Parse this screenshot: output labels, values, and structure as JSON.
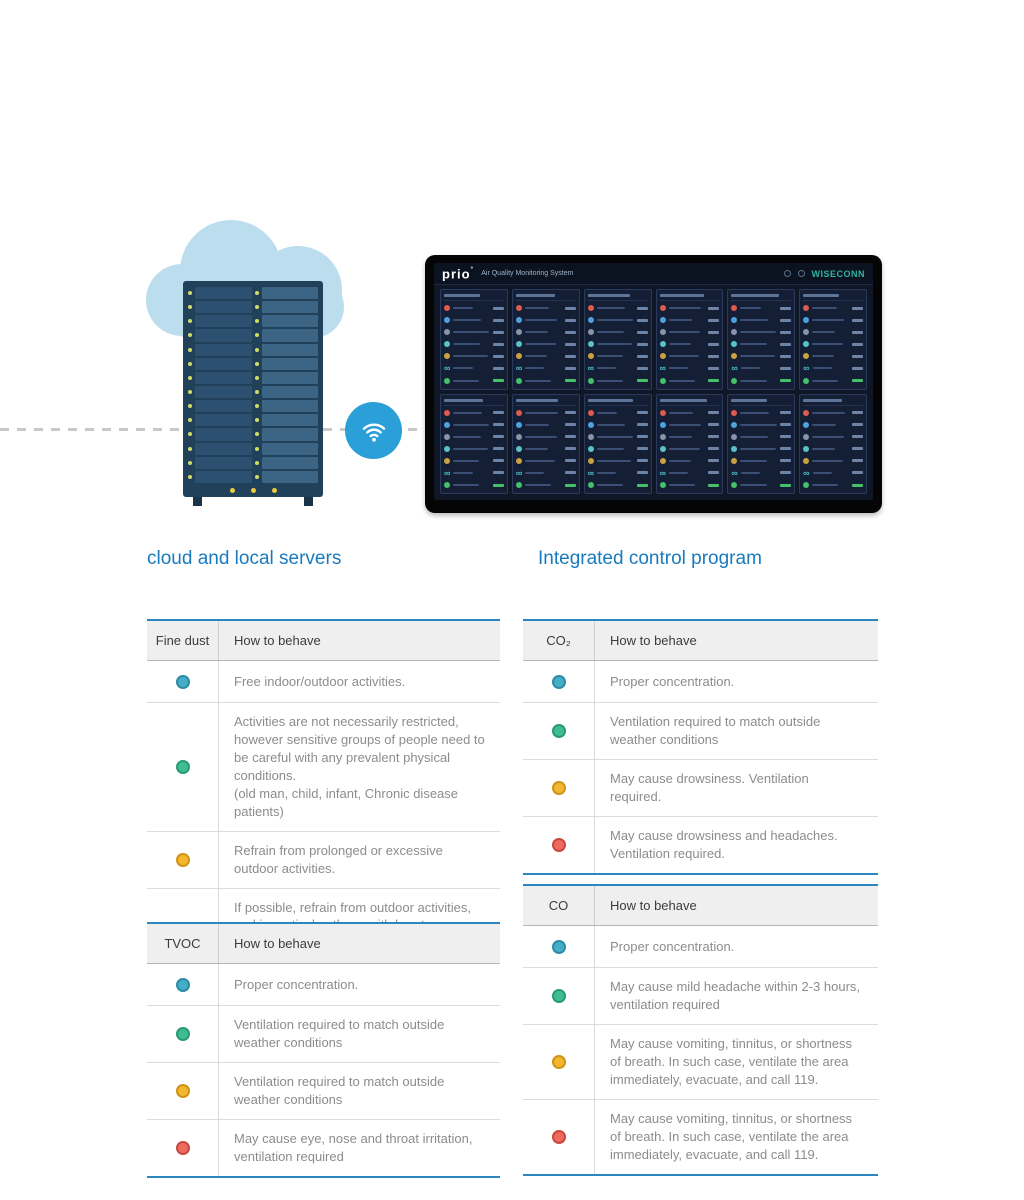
{
  "captions": {
    "servers": "cloud and local servers",
    "program": "Integrated control program"
  },
  "monitor": {
    "logo": "prio",
    "title": "Air Quality Monitoring System",
    "brand": "WISECONN"
  },
  "colors": {
    "accent_blue": "#187bbf",
    "table_border_blue": "#2e86c1",
    "levels": {
      "blue": {
        "fill": "#45aec6",
        "ring": "#2d8ba6"
      },
      "green": {
        "fill": "#3fbc92",
        "ring": "#2a9a74"
      },
      "yellow": {
        "fill": "#f3b72f",
        "ring": "#cf9417"
      },
      "red": {
        "fill": "#ee6a5f",
        "ring": "#c7493f"
      }
    }
  },
  "tables": [
    {
      "title": "Fine dust",
      "behave": "How to behave",
      "rows": [
        {
          "level": "blue",
          "text": "Free indoor/outdoor activities."
        },
        {
          "level": "green",
          "text": "Activities are not necessarily restricted, however sensitive groups of people need to be careful with any prevalent physical conditions.\n(old man, child, infant, Chronic disease patients)"
        },
        {
          "level": "yellow",
          "text": "Refrain from prolonged or excessive outdoor activities."
        },
        {
          "level": "red",
          "text": "If possible, refrain from outdoor activities, and in particular, those with heart or bronchial diseases should refrain from outdoor activities."
        }
      ]
    },
    {
      "title": "TVOC",
      "behave": "How to behave",
      "rows": [
        {
          "level": "blue",
          "text": "Proper concentration."
        },
        {
          "level": "green",
          "text": "Ventilation required to match outside weather conditions"
        },
        {
          "level": "yellow",
          "text": "Ventilation required to match outside weather conditions"
        },
        {
          "level": "red",
          "text": "May cause eye, nose and throat irritation, ventilation required"
        }
      ]
    },
    {
      "title": "CO₂",
      "behave": "How to behave",
      "rows": [
        {
          "level": "blue",
          "text": "Proper concentration."
        },
        {
          "level": "green",
          "text": "Ventilation required to match outside weather conditions"
        },
        {
          "level": "yellow",
          "text": "May cause drowsiness. Ventilation required."
        },
        {
          "level": "red",
          "text": "May cause drowsiness and headaches. Ventilation required."
        }
      ]
    },
    {
      "title": "CO",
      "behave": "How to behave",
      "rows": [
        {
          "level": "blue",
          "text": "Proper concentration."
        },
        {
          "level": "green",
          "text": "May cause mild headache within 2-3 hours, ventilation required"
        },
        {
          "level": "yellow",
          "text": "May cause vomiting, tinnitus, or shortness of breath. In such case, ventilate the area immediately, evacuate, and call 119."
        },
        {
          "level": "red",
          "text": "May cause vomiting, tinnitus, or shortness of breath. In such case, ventilate the area immediately, evacuate, and call 119."
        }
      ]
    }
  ]
}
